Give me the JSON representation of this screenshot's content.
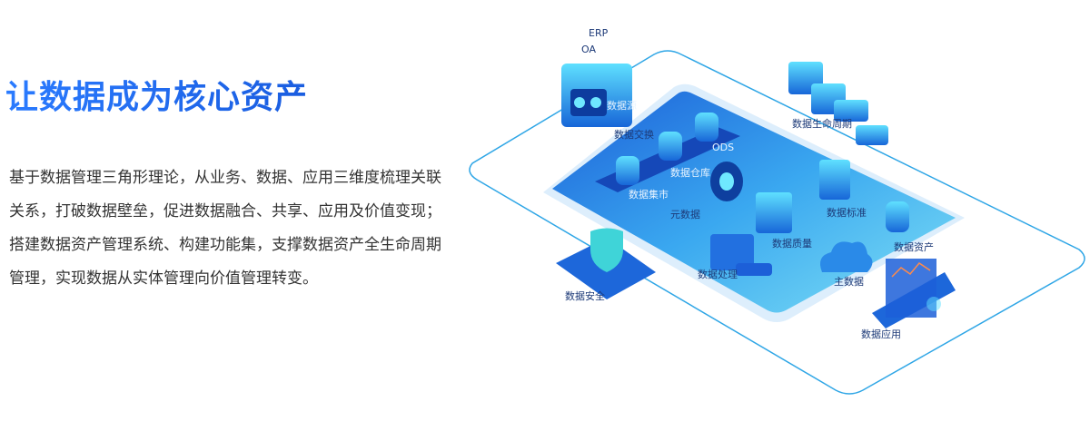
{
  "hero": {
    "title": "让数据成为核心资产",
    "description": "基于数据管理三角形理论，从业务、数据、应用三维度梳理关联关系，打破数据壁垒，促进数据融合、共享、应用及价值变现；搭建数据资产管理系统、构建功能集，支撑数据资产全生命周期管理，实现数据从实体管理向价值管理转变。"
  },
  "diagram": {
    "sources": [
      "ERP",
      "OA"
    ],
    "labels": {
      "data_source": "数据源",
      "data_exchange": "数据交换",
      "data_mart": "数据集市",
      "data_warehouse": "数据仓库",
      "ods": "ODS",
      "metadata": "元数据",
      "data_standard": "数据标准",
      "data_quality": "数据质量",
      "data_asset": "数据资产",
      "data_processing": "数据处理",
      "master_data": "主数据",
      "data_security": "数据安全",
      "data_lifecycle": "数据生命周期",
      "data_application": "数据应用"
    },
    "colors": {
      "accent": "#1f6ff2",
      "line": "#2fa6e6",
      "platform": "#3aa8f0"
    }
  }
}
